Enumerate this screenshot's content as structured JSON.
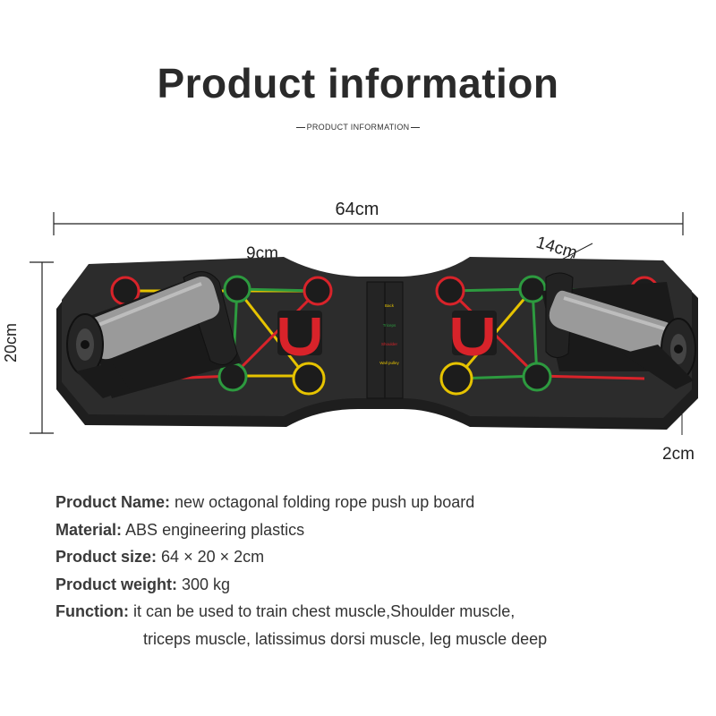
{
  "header": {
    "title": "Product information",
    "subtitle": "PRODUCT INFORMATION"
  },
  "dimensions": {
    "length": "64cm",
    "width": "20cm",
    "handle_width": "9cm",
    "handle_length": "14cm",
    "thickness": "2cm"
  },
  "board_labels": {
    "c1": "Back",
    "c2": "Triceps",
    "c3": "Shoulder",
    "c4": "Wall pulley"
  },
  "colors": {
    "board": "#2a2a2a",
    "red": "#d8232a",
    "yellow": "#e6c300",
    "green": "#2d9a3f",
    "handle_grip": "#9a9a9a"
  },
  "specs": {
    "name_label": "Product Name:",
    "name_value": "new octagonal folding rope push up board",
    "material_label": "Material:",
    "material_value": "ABS engineering plastics",
    "size_label": "Product size:",
    "size_value": "64 × 20 × 2cm",
    "weight_label": "Product weight:",
    "weight_value": "300 kg",
    "function_label": "Function:",
    "function_value_1": "it can be used to train chest muscle,Shoulder muscle,",
    "function_value_2": "triceps muscle, latissimus dorsi muscle, leg muscle deep"
  }
}
